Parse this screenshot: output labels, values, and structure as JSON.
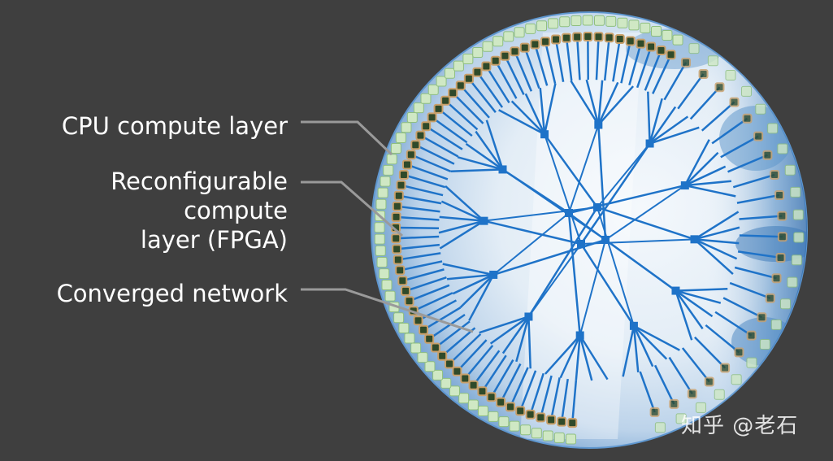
{
  "labels": {
    "cpu": "CPU compute layer",
    "fpga_line1": "Reconfigurable compute",
    "fpga_line2": "layer (FPGA)",
    "network": "Converged network"
  },
  "watermark": "知乎 @老石",
  "colors": {
    "background": "#3f3f3f",
    "network": "#1f73c8",
    "cpu_node": "#cfe8c4",
    "fpga_node": "#c9a06a",
    "label_text": "#ffffff",
    "leader_line": "#9a9a9a"
  }
}
